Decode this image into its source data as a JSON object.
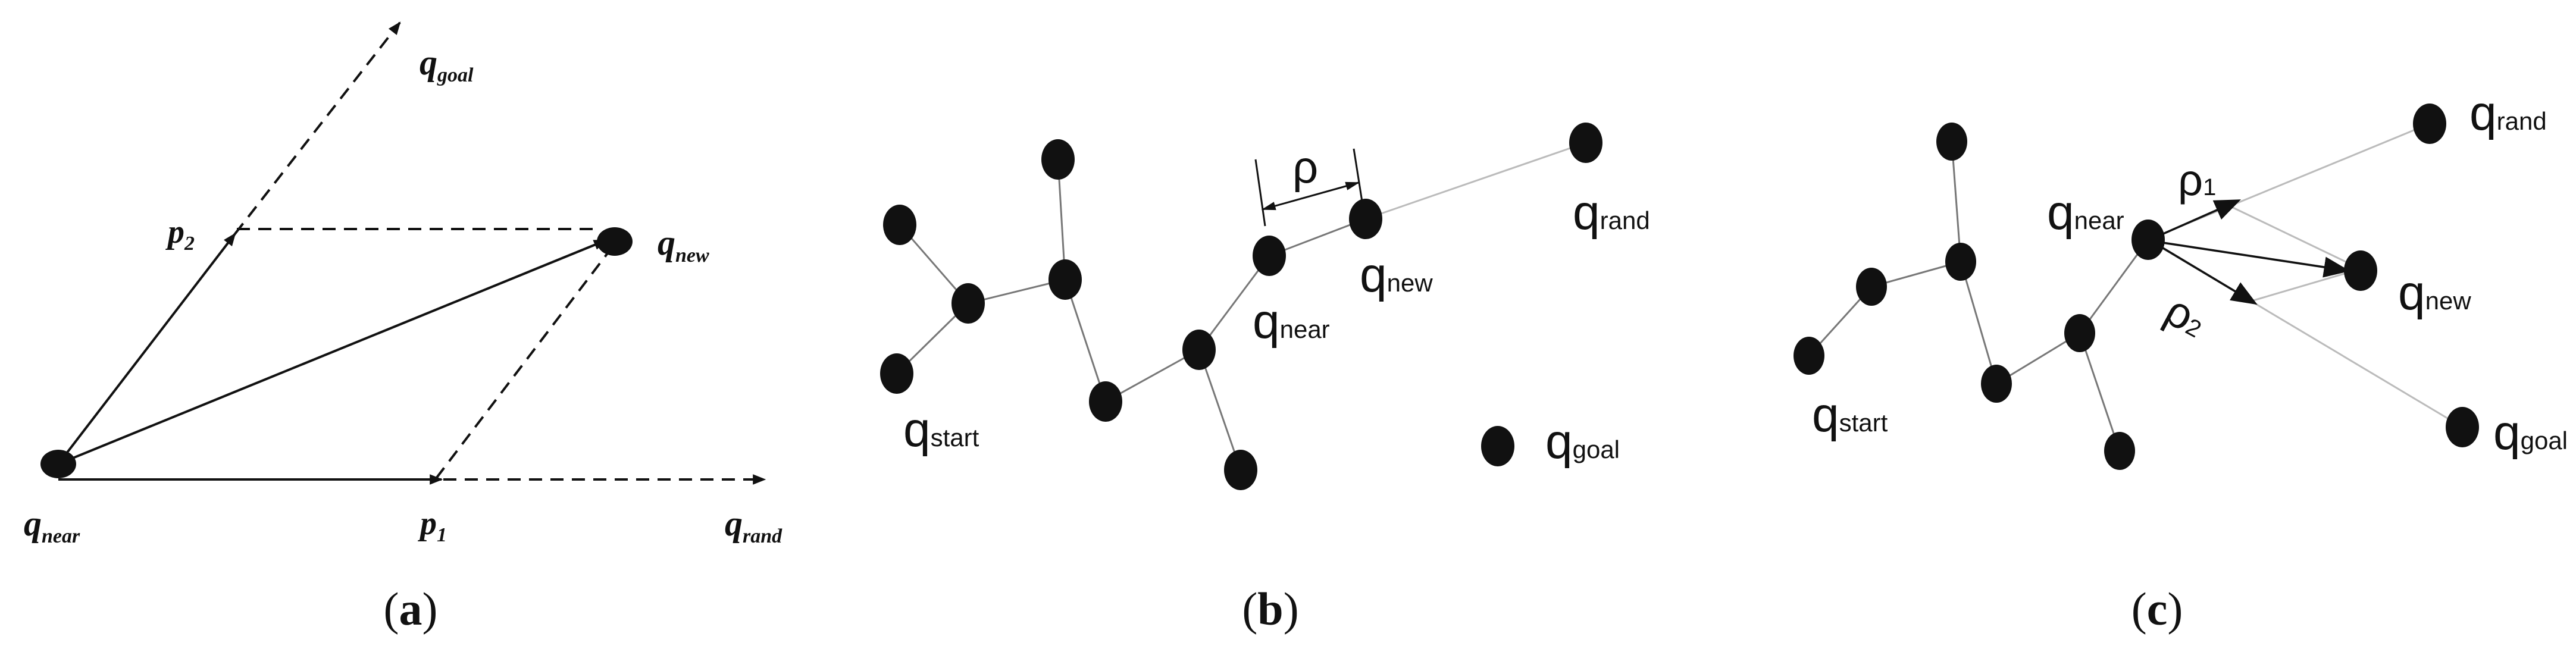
{
  "panel_a": {
    "q_goal": {
      "base": "q",
      "sub": "goal"
    },
    "q_new": {
      "base": "q",
      "sub": "new"
    },
    "q_near": {
      "base": "q",
      "sub": "near"
    },
    "q_rand": {
      "base": "q",
      "sub": "rand"
    },
    "p2": {
      "base": "p",
      "sub": "2"
    },
    "p1": {
      "base": "p",
      "sub": "1"
    },
    "caption": {
      "open": "(",
      "letter": "a",
      "close": ")"
    }
  },
  "panel_b": {
    "rho": "ρ",
    "q_rand": {
      "base": "q",
      "sub": "rand"
    },
    "q_new": {
      "base": "q",
      "sub": "new"
    },
    "q_near": {
      "base": "q",
      "sub": "near"
    },
    "q_start": {
      "base": "q",
      "sub": "start"
    },
    "q_goal": {
      "base": "q",
      "sub": "goal"
    },
    "caption": {
      "open": "(",
      "letter": "b",
      "close": ")"
    }
  },
  "panel_c": {
    "q_rand": {
      "base": "q",
      "sub": "rand"
    },
    "q_near": {
      "base": "q",
      "sub": "near"
    },
    "rho1": {
      "base": "ρ",
      "sub": "1"
    },
    "rho2": {
      "base": "ρ",
      "sub": "2"
    },
    "q_new": {
      "base": "q",
      "sub": "new"
    },
    "q_start": {
      "base": "q",
      "sub": "start"
    },
    "q_goal": {
      "base": "q",
      "sub": "goal"
    },
    "caption": {
      "open": "(",
      "letter": "c",
      "close": ")"
    }
  }
}
